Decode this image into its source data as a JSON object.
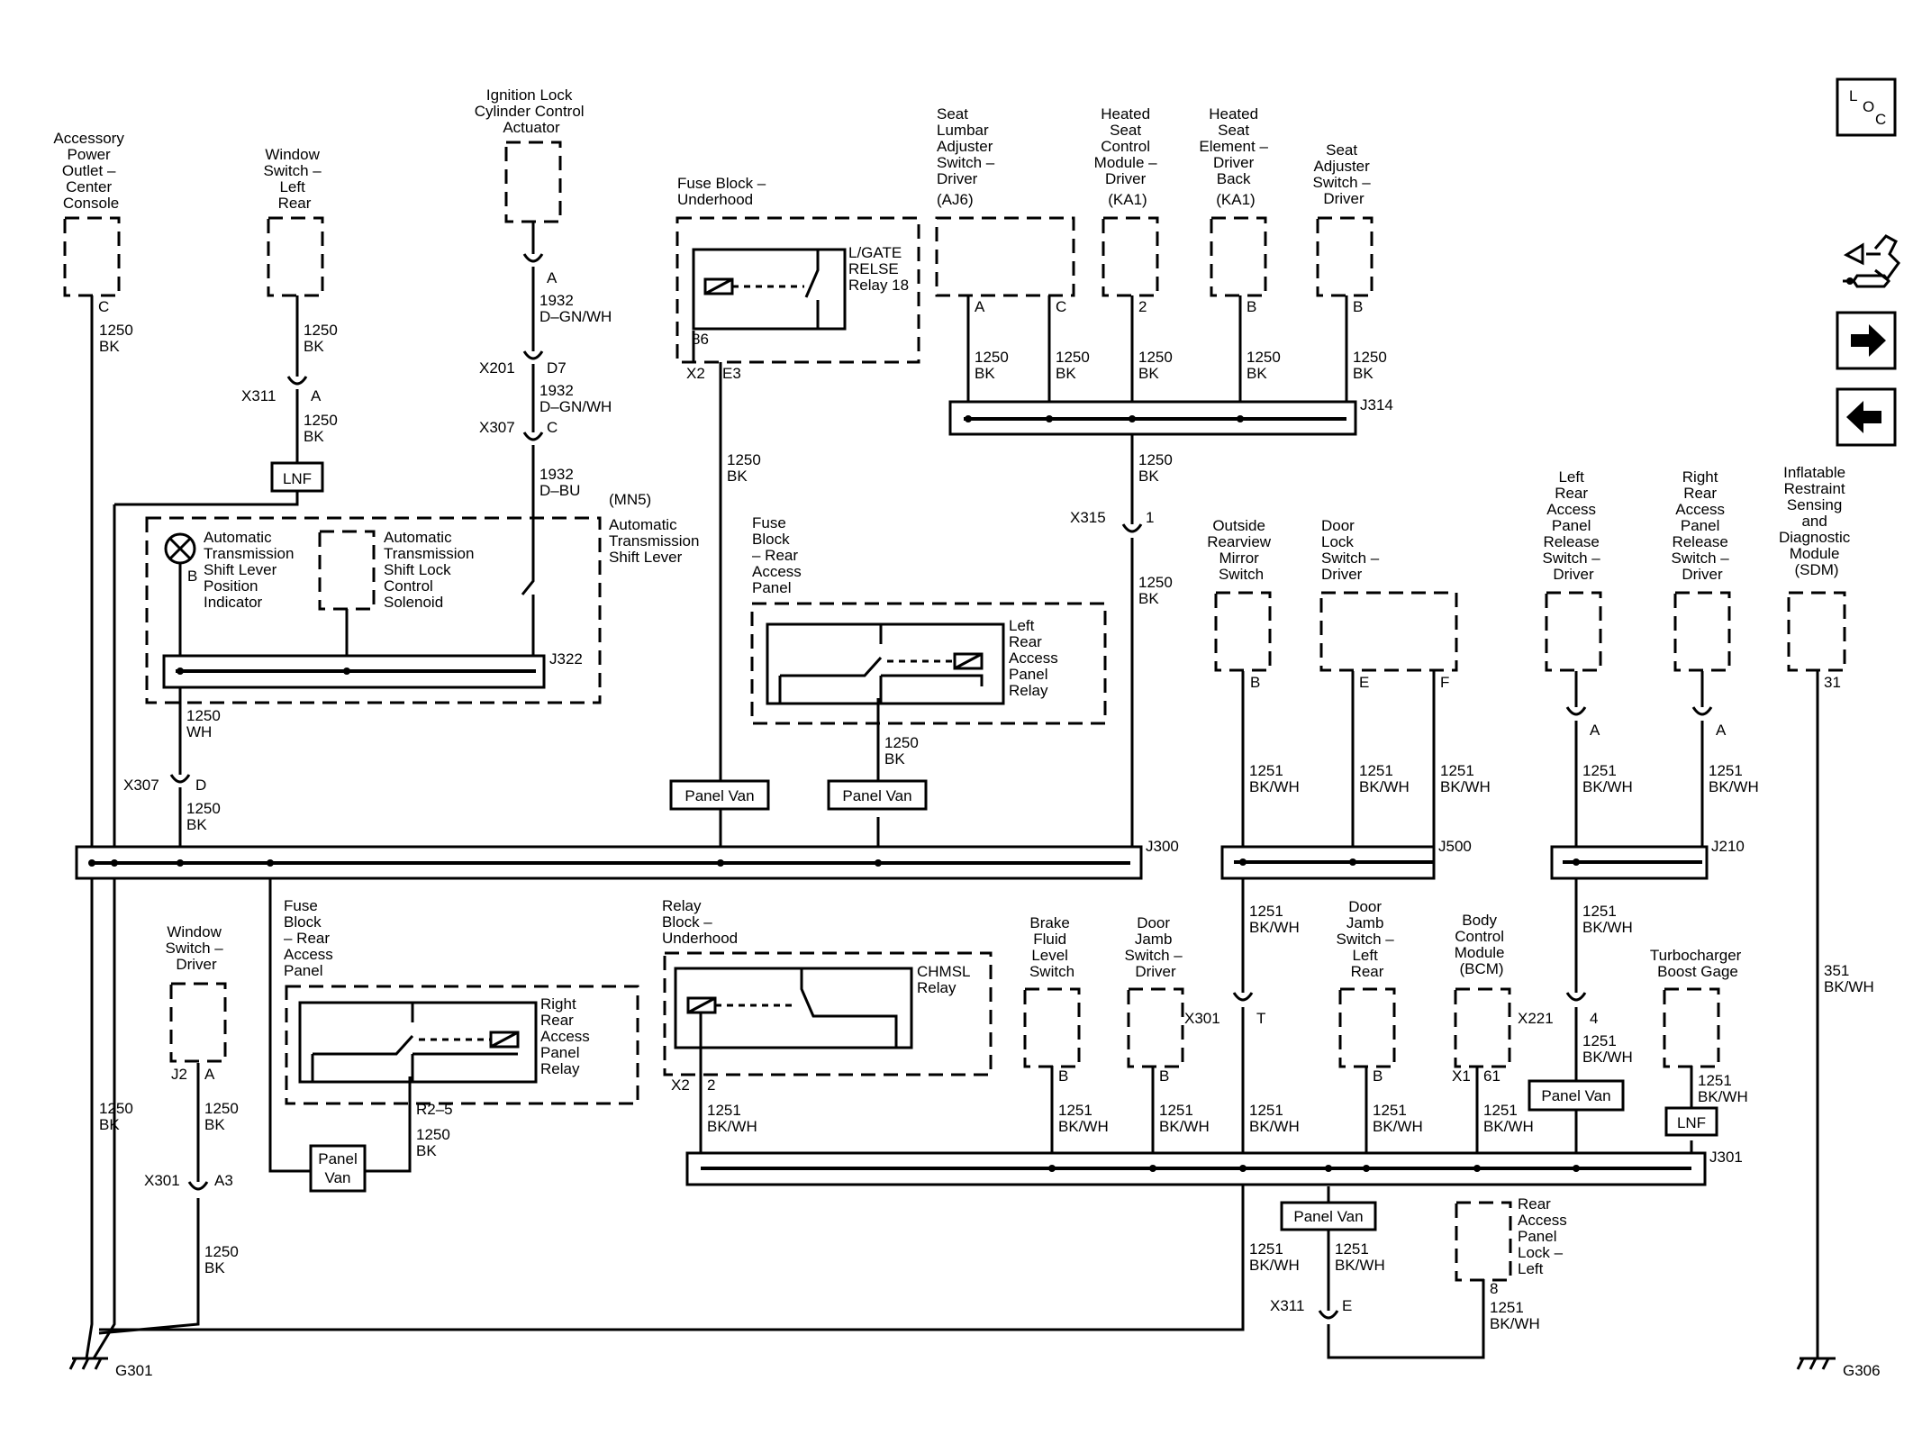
{
  "components": {
    "accessory_power_outlet": [
      "Accessory",
      "Power",
      "Outlet –",
      "Center",
      "Console"
    ],
    "window_switch_left_rear": [
      "Window",
      "Switch –",
      "Left",
      "Rear"
    ],
    "ignition_lock_actuator": [
      "Ignition Lock",
      "Cylinder Control",
      "Actuator"
    ],
    "fuse_block_underhood": [
      "Fuse Block –",
      "Underhood"
    ],
    "lgate_relay": [
      "L/GATE",
      "RELSE",
      "Relay 18"
    ],
    "seat_lumbar_switch": [
      "Seat",
      "Lumbar",
      "Adjuster",
      "Switch –",
      "Driver",
      "(AJ6)"
    ],
    "heated_seat_module": [
      "Heated",
      "Seat",
      "Control",
      "Module –",
      "Driver",
      "(KA1)"
    ],
    "heated_seat_element": [
      "Heated",
      "Seat",
      "Element –",
      "Driver",
      "Back",
      "(KA1)"
    ],
    "seat_adjuster_switch": [
      "Seat",
      "Adjuster",
      "Switch –",
      "Driver"
    ],
    "shift_lever_group": [
      "(MN5)",
      "Automatic",
      "Transmission",
      "Shift Lever"
    ],
    "shift_lever_indicator": [
      "Automatic",
      "Transmission",
      "Shift Lever",
      "Position",
      "Indicator"
    ],
    "shift_lock_solenoid": [
      "Automatic",
      "Transmission",
      "Shift Lock",
      "Control",
      "Solenoid"
    ],
    "fuse_block_rear_top": [
      "Fuse",
      "Block",
      "– Rear",
      "Access",
      "Panel"
    ],
    "left_rear_relay": [
      "Left",
      "Rear",
      "Access",
      "Panel",
      "Relay"
    ],
    "outside_mirror_switch": [
      "Outside",
      "Rearview",
      "Mirror",
      "Switch"
    ],
    "door_lock_switch": [
      "Door",
      "Lock",
      "Switch –",
      "Driver"
    ],
    "left_rear_release_switch": [
      "Left",
      "Rear",
      "Access",
      "Panel",
      "Release",
      "Switch –",
      "Driver"
    ],
    "right_rear_release_switch": [
      "Right",
      "Rear",
      "Access",
      "Panel",
      "Release",
      "Switch –",
      "Driver"
    ],
    "sdm": [
      "Inflatable",
      "Restraint",
      "Sensing",
      "and",
      "Diagnostic",
      "Module",
      "(SDM)"
    ],
    "window_switch_driver": [
      "Window",
      "Switch –",
      "Driver"
    ],
    "fuse_block_rear_bottom": [
      "Fuse",
      "Block",
      "– Rear",
      "Access",
      "Panel"
    ],
    "right_rear_relay": [
      "Right",
      "Rear",
      "Access",
      "Panel",
      "Relay"
    ],
    "relay_block_underhood": [
      "Relay",
      "Block –",
      "Underhood"
    ],
    "chmsl_relay": [
      "CHMSL",
      "Relay"
    ],
    "brake_fluid_switch": [
      "Brake",
      "Fluid",
      "Level",
      "Switch"
    ],
    "door_jamb_driver": [
      "Door",
      "Jamb",
      "Switch –",
      "Driver"
    ],
    "door_jamb_left_rear": [
      "Door",
      "Jamb",
      "Switch –",
      "Left",
      "Rear"
    ],
    "bcm": [
      "Body",
      "Control",
      "Module",
      "(BCM)"
    ],
    "turbo_gage": [
      "Turbocharger",
      "Boost Gage"
    ],
    "rear_panel_lock": [
      "Rear",
      "Access",
      "Panel",
      "Lock –",
      "Left"
    ]
  },
  "wires": {
    "w1250_bk": [
      "1250",
      "BK"
    ],
    "w1932_dgnwh": [
      "1932",
      "D–GN/WH"
    ],
    "w1932_dbu": [
      "1932",
      "D–BU"
    ],
    "w1250_wh": [
      "1250",
      "WH"
    ],
    "w1251_bkwh": [
      "1251",
      "BK/WH"
    ],
    "w351_bkwh": [
      "351",
      "BK/WH"
    ]
  },
  "pins": {
    "A": "A",
    "B": "B",
    "C": "C",
    "D": "D",
    "E": "E",
    "F": "F",
    "T": "T",
    "D7": "D7",
    "E3": "E3",
    "A3": "A3",
    "J2": "J2",
    "X1": "X1",
    "X2": "X2",
    "R2_5": "R2–5",
    "p1": "1",
    "p2": "2",
    "p4": "4",
    "p8": "8",
    "p31": "31",
    "p61": "61",
    "p86": "86"
  },
  "connectors": {
    "X311": "X311",
    "X201": "X201",
    "X307": "X307",
    "X315": "X315",
    "X301": "X301",
    "X221": "X221"
  },
  "junctions": {
    "J300": "J300",
    "J314": "J314",
    "J322": "J322",
    "J500": "J500",
    "J210": "J210",
    "J301": "J301"
  },
  "grounds": {
    "G301": "G301",
    "G306": "G306"
  },
  "options": {
    "panel_van": "Panel Van",
    "panel": "Panel",
    "van": "Van",
    "lnf": "LNF"
  },
  "nav": {
    "loc_l": "L",
    "loc_o": "O",
    "loc_c": "C"
  }
}
